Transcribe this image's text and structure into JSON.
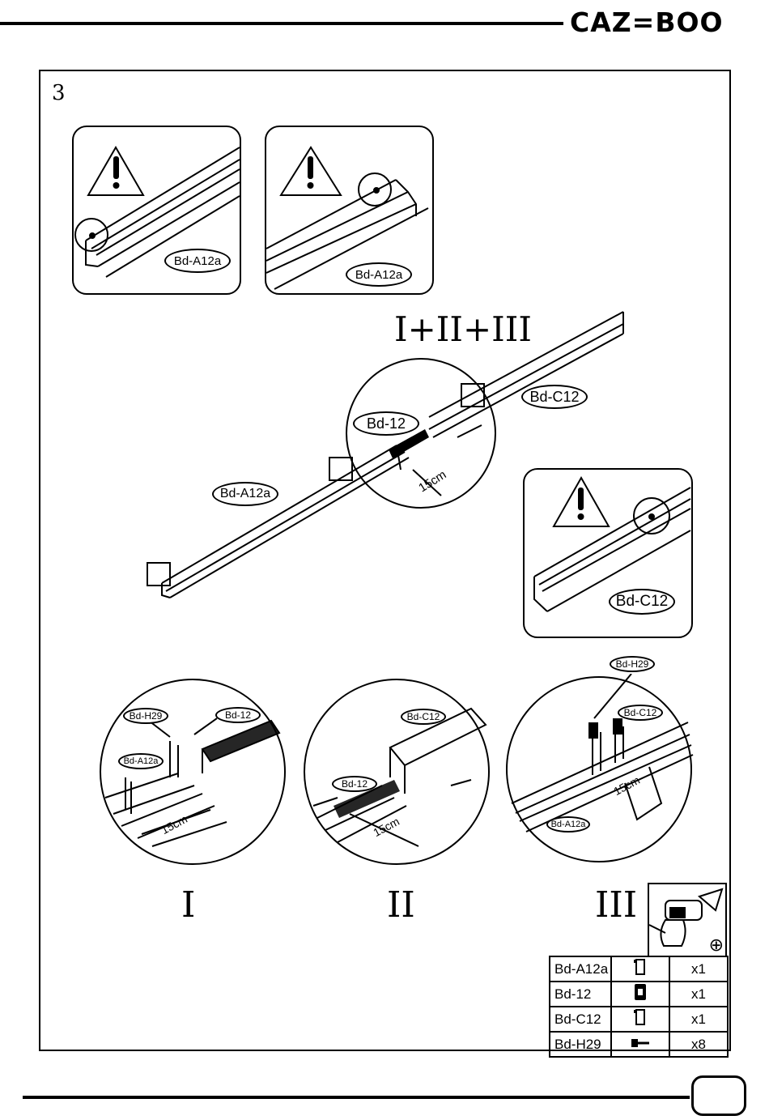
{
  "brand": "CAZ=BOO",
  "step_number": "3",
  "combined_label": "I+II+III",
  "detail_boxes": [
    {
      "part": "Bd-A12a"
    },
    {
      "part": "Bd-A12a"
    },
    {
      "part": "Bd-C12"
    }
  ],
  "main_labels": {
    "rail_a": "Bd-A12a",
    "joiner": "Bd-12",
    "rail_c": "Bd-C12",
    "length": "15cm"
  },
  "sub_steps": [
    {
      "numeral": "I",
      "labels": {
        "screw": "Bd-H29",
        "joiner": "Bd-12",
        "rail": "Bd-A12a",
        "length": "15cm"
      }
    },
    {
      "numeral": "II",
      "labels": {
        "rail": "Bd-C12",
        "joiner": "Bd-12",
        "length": "15cm"
      }
    },
    {
      "numeral": "III",
      "labels": {
        "screw": "Bd-H29",
        "rail_c": "Bd-C12",
        "rail_a": "Bd-A12a",
        "length": "15cm"
      }
    }
  ],
  "parts_table": [
    {
      "code": "Bd-A12a",
      "icon": "rail-profile-icon",
      "qty": "x1"
    },
    {
      "code": "Bd-12",
      "icon": "joiner-profile-icon",
      "qty": "x1"
    },
    {
      "code": "Bd-C12",
      "icon": "rail-profile-icon",
      "qty": "x1"
    },
    {
      "code": "Bd-H29",
      "icon": "screw-icon",
      "qty": "x8"
    }
  ],
  "drill_symbol": "⊕"
}
